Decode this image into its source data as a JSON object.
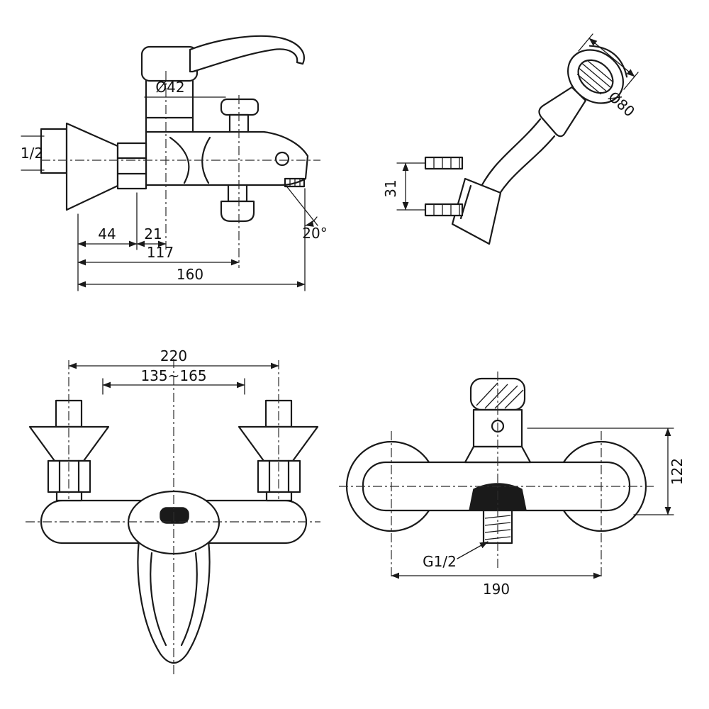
{
  "drawing": {
    "background": "#ffffff",
    "ink_color": "#1a1a1a",
    "views": {
      "side": {
        "labels": {
          "body_diameter": "Ø42",
          "inlet_size": "1/2",
          "dim_offset_a": "44",
          "dim_offset_b": "21",
          "dim_depth": "117",
          "dim_reach": "160",
          "spout_angle": "20°"
        }
      },
      "hand_shower": {
        "labels": {
          "head_diameter": "Ø80",
          "pin_spacing": "31"
        }
      },
      "plan": {
        "labels": {
          "overall_width": "220",
          "adjustable_centers": "135~165"
        }
      },
      "front": {
        "labels": {
          "body_height": "122",
          "outlet_thread": "G1/2",
          "flange_centers": "190"
        }
      }
    }
  }
}
